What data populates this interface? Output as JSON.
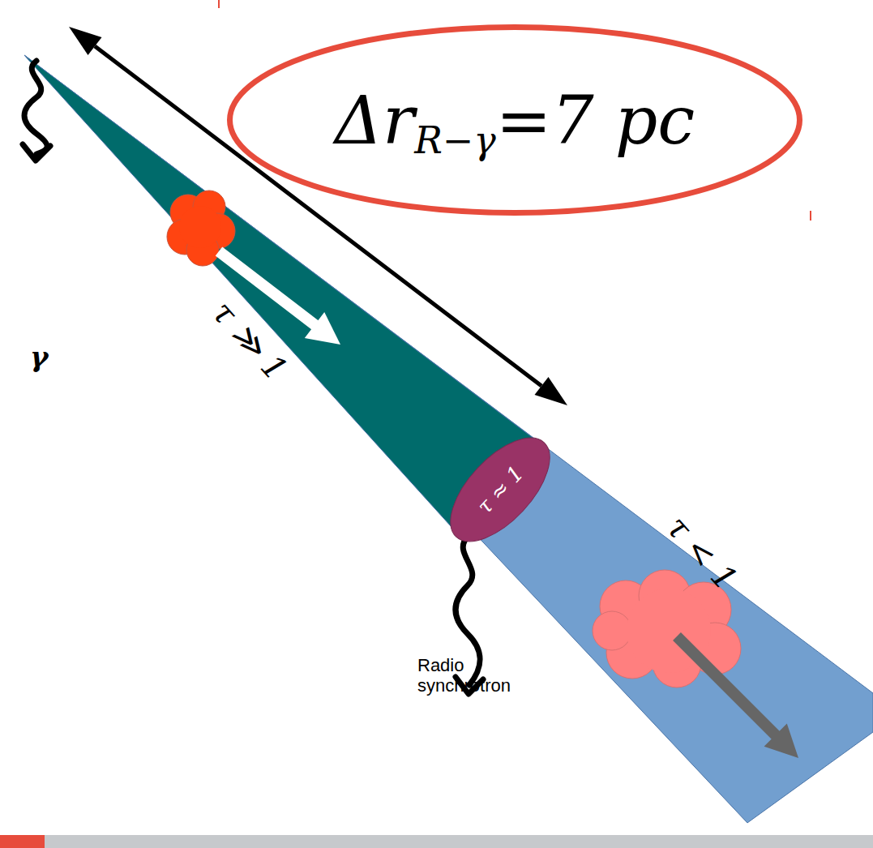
{
  "diagram": {
    "nodes": [
      {
        "text": [
          "Δr",
          "R−γ",
          "=7 pc"
        ]
      },
      {
        "text": [
          "τ ≈ 1"
        ]
      }
    ],
    "labels": [
      "γ",
      "τ ≫ 1",
      "τ < 1",
      "Radio synchrotron"
    ]
  }
}
